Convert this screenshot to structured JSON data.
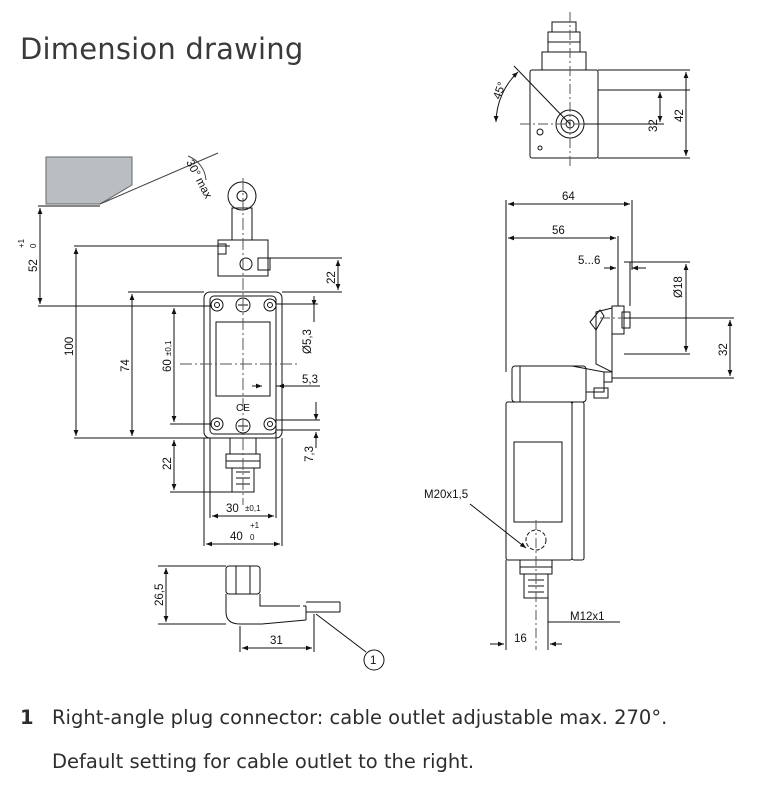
{
  "title": "Dimension drawing",
  "angles": {
    "front_max": "30° max",
    "top_view": "45°"
  },
  "dimensions": {
    "d52": "52",
    "d52_tol_plus": "+1",
    "d52_tol_zero": "0",
    "d100": "100",
    "d74": "74",
    "d60": "60",
    "d60_tol": "±0,1",
    "d22_top": "22",
    "d5_3_dia": "Ø5,3",
    "d5_3": "5,3",
    "d7_3": "7,3",
    "d22_bottom": "22",
    "d30": "30",
    "d30_tol": "±0,1",
    "d40": "40",
    "d40_tol_plus": "+1",
    "d40_tol_zero": "0",
    "d26_5": "26,5",
    "d31": "31",
    "d64": "64",
    "d56": "56",
    "d5_6": "5...6",
    "d18_dia": "Ø18",
    "d32_side": "32",
    "d32_top": "32",
    "d42_top": "42",
    "m20": "M20x1,5",
    "m12": "M12x1",
    "d16": "16",
    "callout": "1"
  },
  "notes": [
    {
      "number": "1",
      "text": "Right-angle plug connector: cable outlet adjustable max. 270°."
    },
    {
      "number": "",
      "text": "Default setting for cable outlet to the right."
    }
  ]
}
